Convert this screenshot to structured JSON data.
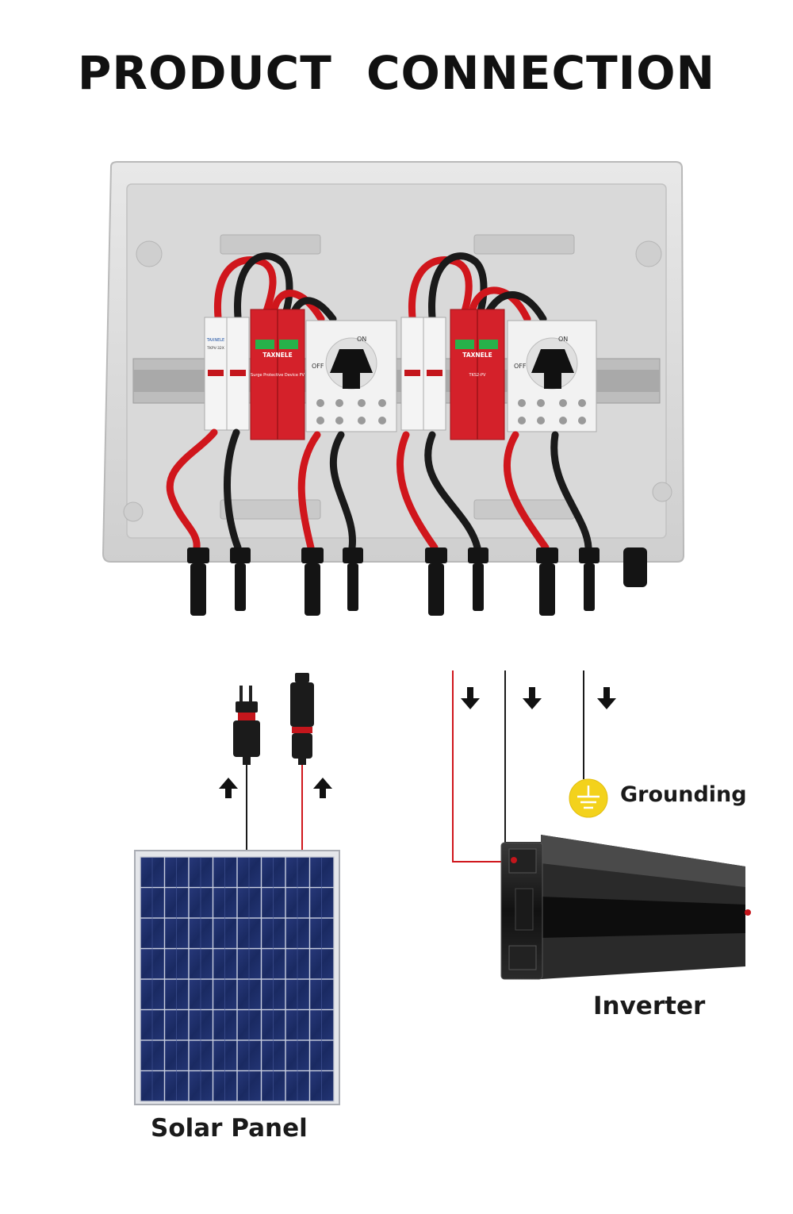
{
  "title": "PRODUCT  CONNECTION",
  "labels": {
    "grounding": "Grounding",
    "inverter": "Inverter",
    "solar_panel": "Solar Panel"
  },
  "device_text": {
    "brand": "TAXNELE",
    "breaker_model": "TKPV-32X",
    "spd_model": "TKS2-PV",
    "spd_desc": "Surge Protective Device PV",
    "isolator_on": "ON",
    "isolator_off": "OFF"
  },
  "icons": {
    "down_arrow": "arrow-down-icon",
    "up_arrow": "arrow-up-icon",
    "ground": "ground-symbol-icon"
  },
  "colors": {
    "wire_red": "#d0161c",
    "wire_black": "#1a1a1a",
    "box_gray": "#dcdcdc",
    "spd_red": "#d4212a",
    "ground_yellow": "#f3d21c",
    "panel_blue": "#1c2c68"
  }
}
